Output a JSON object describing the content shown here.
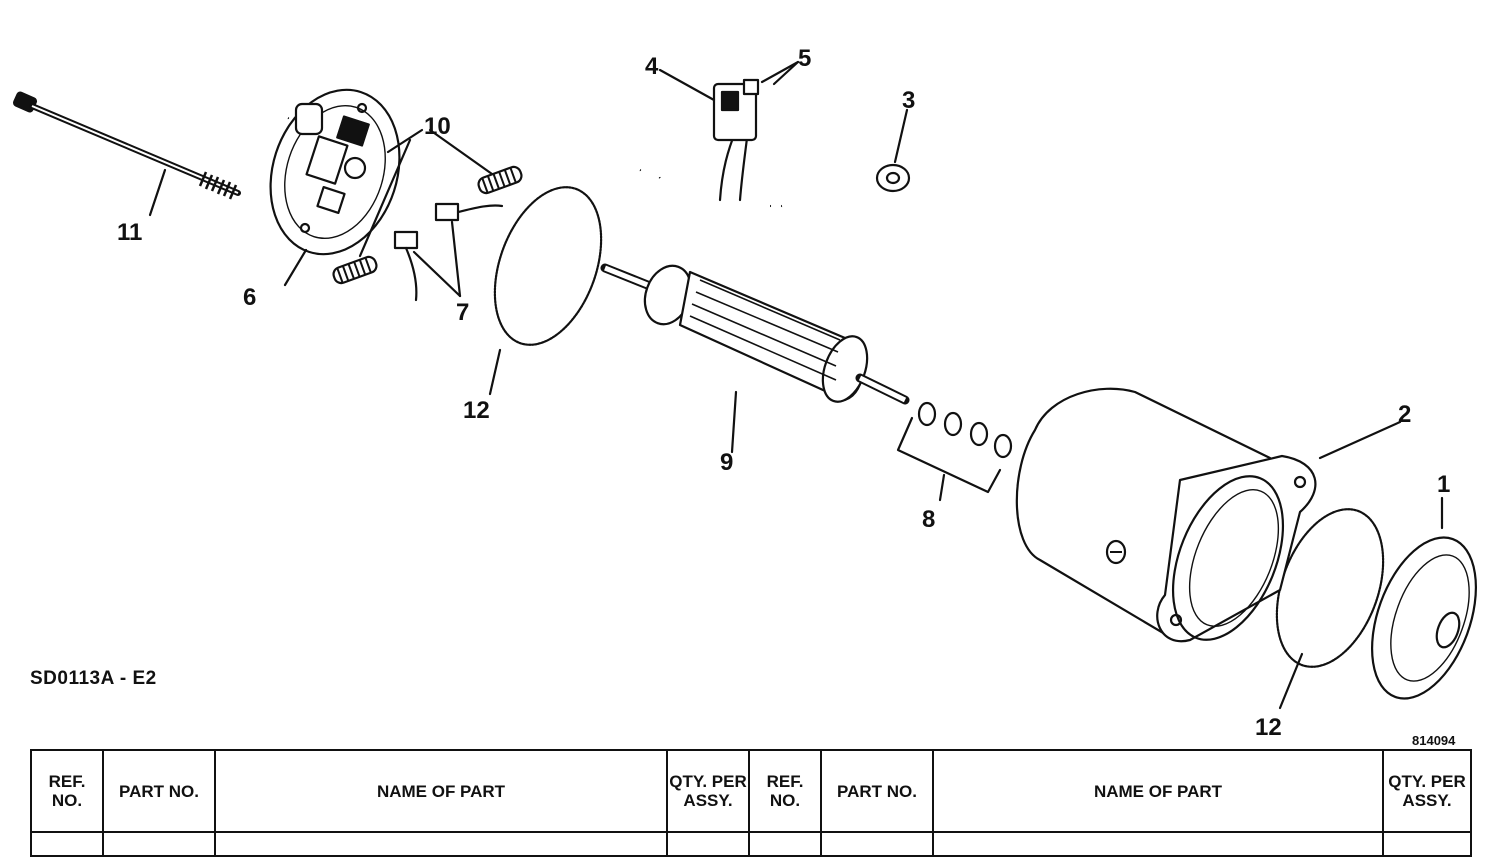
{
  "diagram": {
    "callouts": [
      "1",
      "2",
      "3",
      "4",
      "5",
      "6",
      "7",
      "8",
      "9",
      "10",
      "11",
      "12",
      "12"
    ],
    "drawing_code": "SD0113A - E2",
    "figure_number": "814094"
  },
  "parts_table": {
    "headers": [
      "REF. NO.",
      "PART NO.",
      "NAME OF PART",
      "QTY. PER ASSY.",
      "REF. NO.",
      "PART NO.",
      "NAME OF PART",
      "QTY. PER ASSY."
    ]
  }
}
